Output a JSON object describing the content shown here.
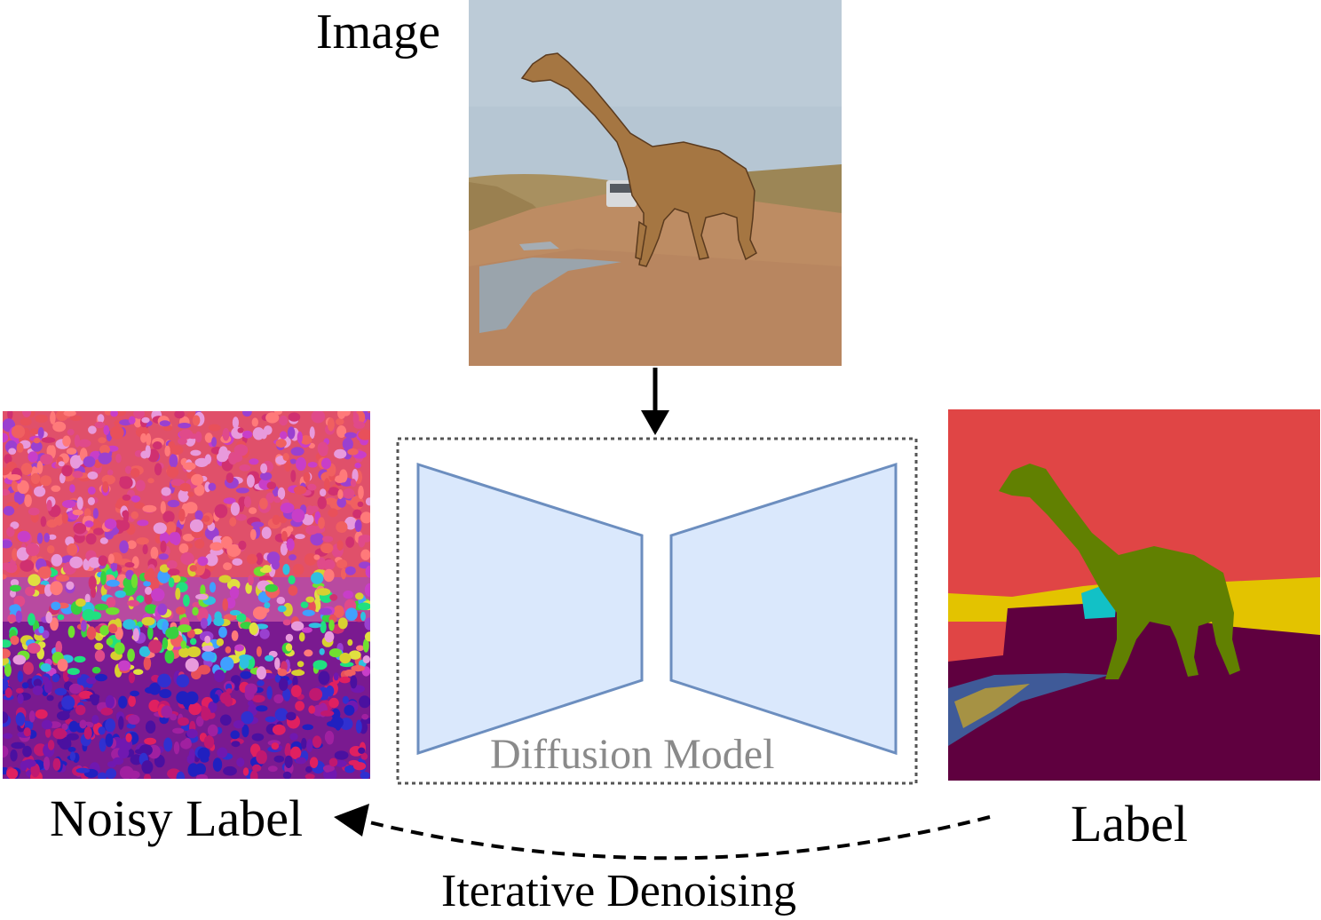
{
  "titles": {
    "image": "Image",
    "noisy_label": "Noisy Label",
    "label": "Label",
    "iterative": "Iterative Denoising",
    "model": "Diffusion Model"
  },
  "colors": {
    "sky": "#b8c8d6",
    "ground": "#b98a62",
    "giraffe": "#a87a45",
    "model_fill": "#dae8fc",
    "model_stroke": "#6c8ebf",
    "seg_sky": "#e04545",
    "seg_grass": "#e3c300",
    "seg_ground": "#5f003f",
    "seg_giraffe": "#618001",
    "seg_car": "#12c1c6"
  }
}
